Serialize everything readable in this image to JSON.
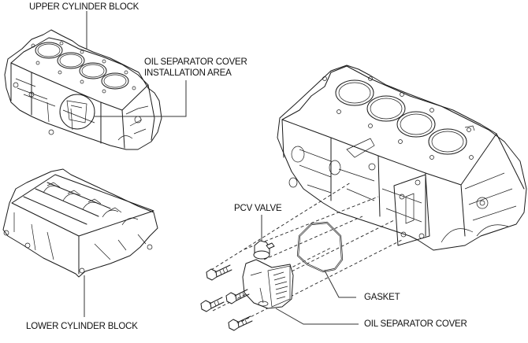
{
  "diagram": {
    "type": "exploded-parts-view",
    "subject": "Cylinder block and oil separator cover",
    "labels": {
      "upper_cylinder_block": "UPPER CYLINDER BLOCK",
      "oil_separator_area_line1": "OIL SEPARATOR COVER",
      "oil_separator_area_line2": "INSTALLATION AREA",
      "lower_cylinder_block": "LOWER CYLINDER BLOCK",
      "pcv_valve": "PCV VALVE",
      "gasket": "GASKET",
      "oil_separator_cover": "OIL SEPARATOR COVER"
    },
    "parts": [
      {
        "id": "upper-cylinder-block",
        "label_key": "upper_cylinder_block",
        "bores": 4
      },
      {
        "id": "lower-cylinder-block",
        "label_key": "lower_cylinder_block"
      },
      {
        "id": "cylinder-block-detail",
        "bores": 4
      },
      {
        "id": "pcv-valve",
        "label_key": "pcv_valve"
      },
      {
        "id": "gasket",
        "label_key": "gasket"
      },
      {
        "id": "oil-separator-cover",
        "label_key": "oil_separator_cover"
      },
      {
        "id": "bolts",
        "count": 4
      }
    ],
    "colors": {
      "line": "#1a1a1a",
      "background": "#ffffff",
      "text": "#111111"
    }
  }
}
